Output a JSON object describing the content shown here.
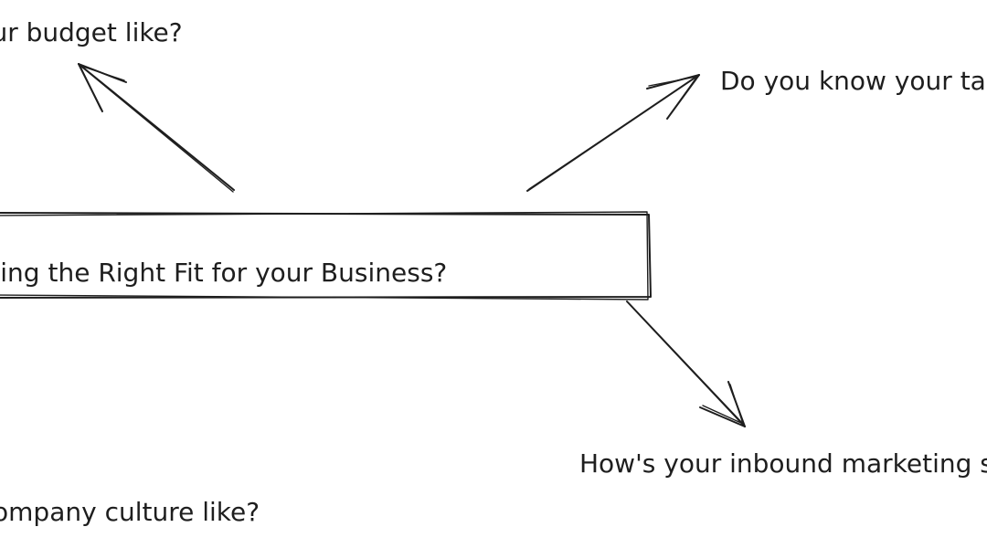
{
  "diagram": {
    "center_node": {
      "label": "Is Outsourcing the Right Fit for your Business?"
    },
    "branches": [
      {
        "id": "budget",
        "label": "What's your budget like?"
      },
      {
        "id": "target",
        "label": "Do you know your target audience?"
      },
      {
        "id": "inbound",
        "label": "How's your inbound marketing strategy?"
      },
      {
        "id": "culture",
        "label": "What's your company culture like?"
      }
    ],
    "colors": {
      "stroke": "#1e1e1e",
      "background": "#ffffff"
    }
  }
}
